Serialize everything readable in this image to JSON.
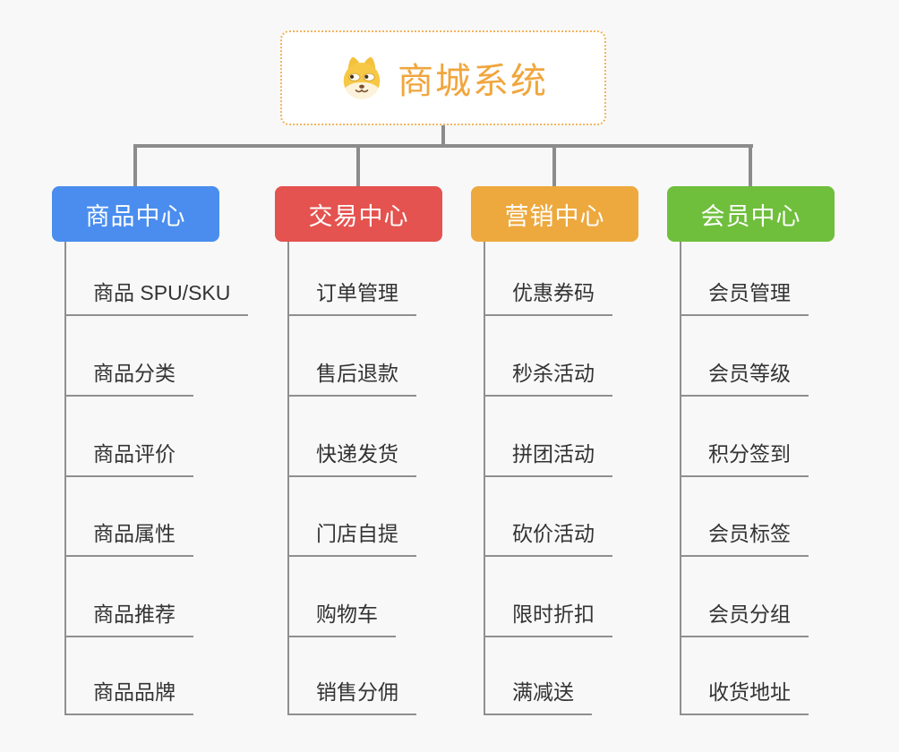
{
  "root": {
    "title": "商城系统",
    "icon": "dog-icon"
  },
  "branches": [
    {
      "label": "商品中心",
      "color": "#4a8dee",
      "items": [
        "商品 SPU/SKU",
        "商品分类",
        "商品评价",
        "商品属性",
        "商品推荐",
        "商品品牌"
      ]
    },
    {
      "label": "交易中心",
      "color": "#e4534f",
      "items": [
        "订单管理",
        "售后退款",
        "快递发货",
        "门店自提",
        "购物车",
        "销售分佣"
      ]
    },
    {
      "label": "营销中心",
      "color": "#eda93e",
      "items": [
        "优惠券码",
        "秒杀活动",
        "拼团活动",
        "砍价活动",
        "限时折扣",
        "满减送"
      ]
    },
    {
      "label": "会员中心",
      "color": "#6fbf3c",
      "items": [
        "会员管理",
        "会员等级",
        "积分签到",
        "会员标签",
        "会员分组",
        "收货地址"
      ]
    }
  ],
  "colors": {
    "background": "#f8f8f8",
    "connector": "#8c8c8c",
    "leaf_line": "#8f8f8f",
    "leaf_text": "#333333",
    "root_border": "#f2b45c",
    "root_text": "#f0a63e"
  }
}
